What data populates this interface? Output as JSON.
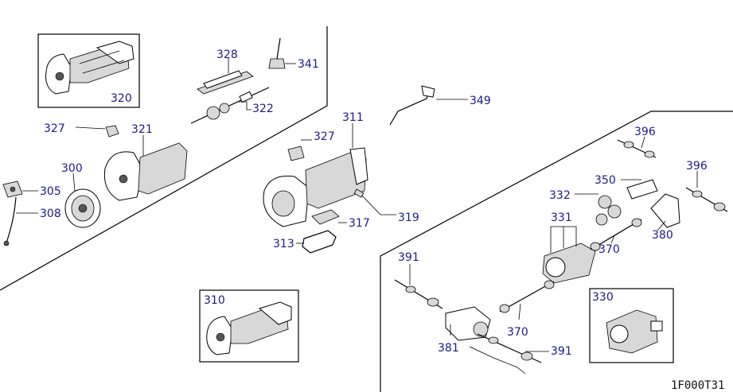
{
  "diagram": {
    "diagram_code": "1F000T31",
    "callouts": {
      "c320": "320",
      "c328": "328",
      "c341": "341",
      "c322": "322",
      "c327a": "327",
      "c321": "321",
      "c300": "300",
      "c305": "305",
      "c308": "308",
      "c311": "311",
      "c327b": "327",
      "c317": "317",
      "c319": "319",
      "c313": "313",
      "c349": "349",
      "c396a": "396",
      "c396b": "396",
      "c350": "350",
      "c332": "332",
      "c331": "331",
      "c380": "380",
      "c370a": "370",
      "c391a": "391",
      "c310": "310",
      "c330": "330",
      "c381": "381",
      "c370b": "370",
      "c391b": "391"
    }
  }
}
